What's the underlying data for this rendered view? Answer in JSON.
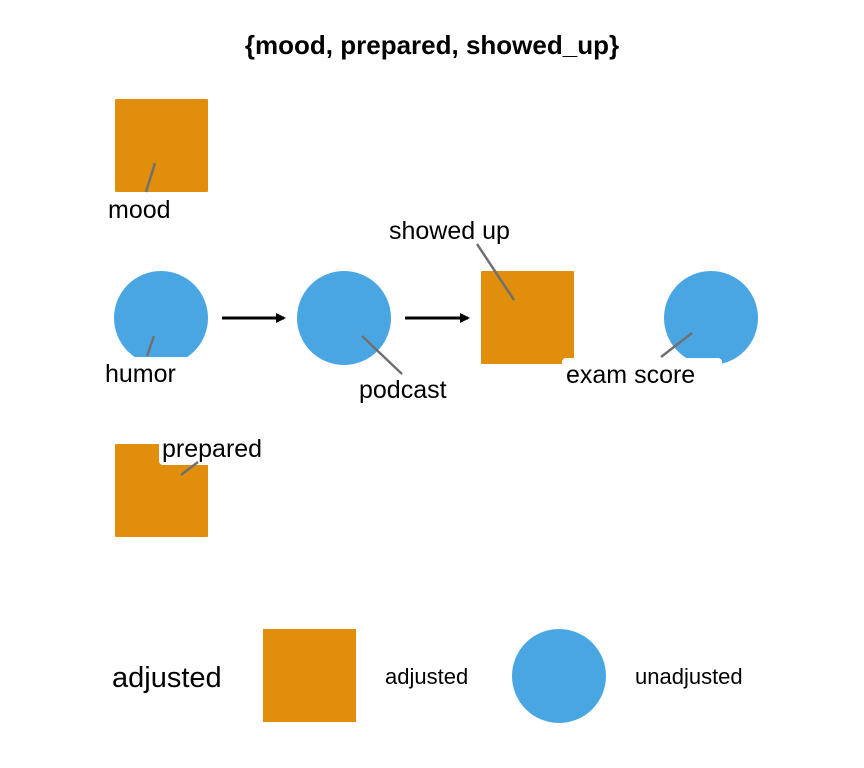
{
  "title": "{mood, prepared, showed_up}",
  "colors": {
    "adjusted": "#E08E0B",
    "unadjusted": "#4AA6E3",
    "edge": "#000000",
    "leader": "#707070"
  },
  "nodes": [
    {
      "id": "mood",
      "label": "mood",
      "status": "adjusted"
    },
    {
      "id": "humor",
      "label": "humor",
      "status": "unadjusted"
    },
    {
      "id": "podcast",
      "label": "podcast",
      "status": "unadjusted"
    },
    {
      "id": "showed_up",
      "label": "showed up",
      "status": "adjusted"
    },
    {
      "id": "exam_score",
      "label": "exam score",
      "status": "unadjusted"
    },
    {
      "id": "prepared",
      "label": "prepared",
      "status": "adjusted"
    }
  ],
  "edges": [
    {
      "from": "humor",
      "to": "podcast"
    },
    {
      "from": "podcast",
      "to": "showed_up"
    }
  ],
  "legend": {
    "title": "adjusted",
    "items": [
      {
        "label": "adjusted",
        "shape": "square"
      },
      {
        "label": "unadjusted",
        "shape": "circle"
      }
    ]
  }
}
